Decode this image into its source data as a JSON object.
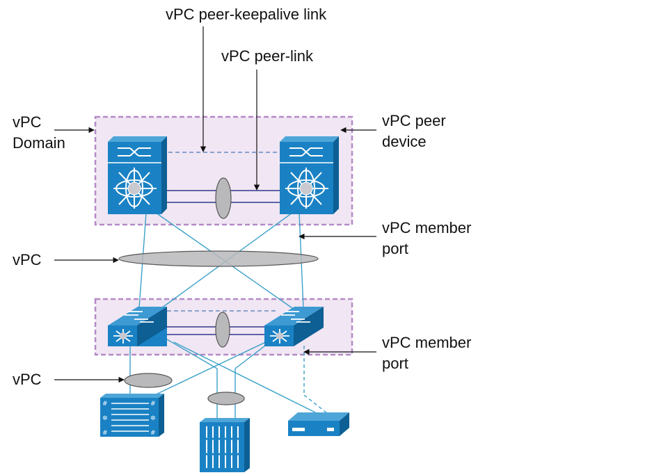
{
  "labels": {
    "keepalive": "vPC peer-keepalive link",
    "peer_link": "vPC peer-link",
    "domain": [
      "vPC",
      "Domain"
    ],
    "peer_device": [
      "vPC peer",
      "device"
    ],
    "member_port_top": [
      "vPC member",
      "port"
    ],
    "vpc_top": "vPC",
    "member_port_bottom": [
      "vPC member",
      "port"
    ],
    "vpc_bottom": "vPC"
  },
  "colors": {
    "device_blue": "#1a82c4",
    "device_dark": "#0d5f94",
    "link_blue": "#3aa0c8",
    "peer_link_navy": "#2d3a8c",
    "domain_fill": "#f1e6f3",
    "domain_border": "#b48ac8",
    "vpc_bundle_gray": "#b9b9bb"
  },
  "icons": {
    "core_switch": "nexus-core-switch-icon",
    "access_switch": "nexus-access-switch-icon",
    "blade_server": "blade-server-icon",
    "rack_server": "rack-server-icon",
    "appliance": "network-appliance-icon"
  }
}
